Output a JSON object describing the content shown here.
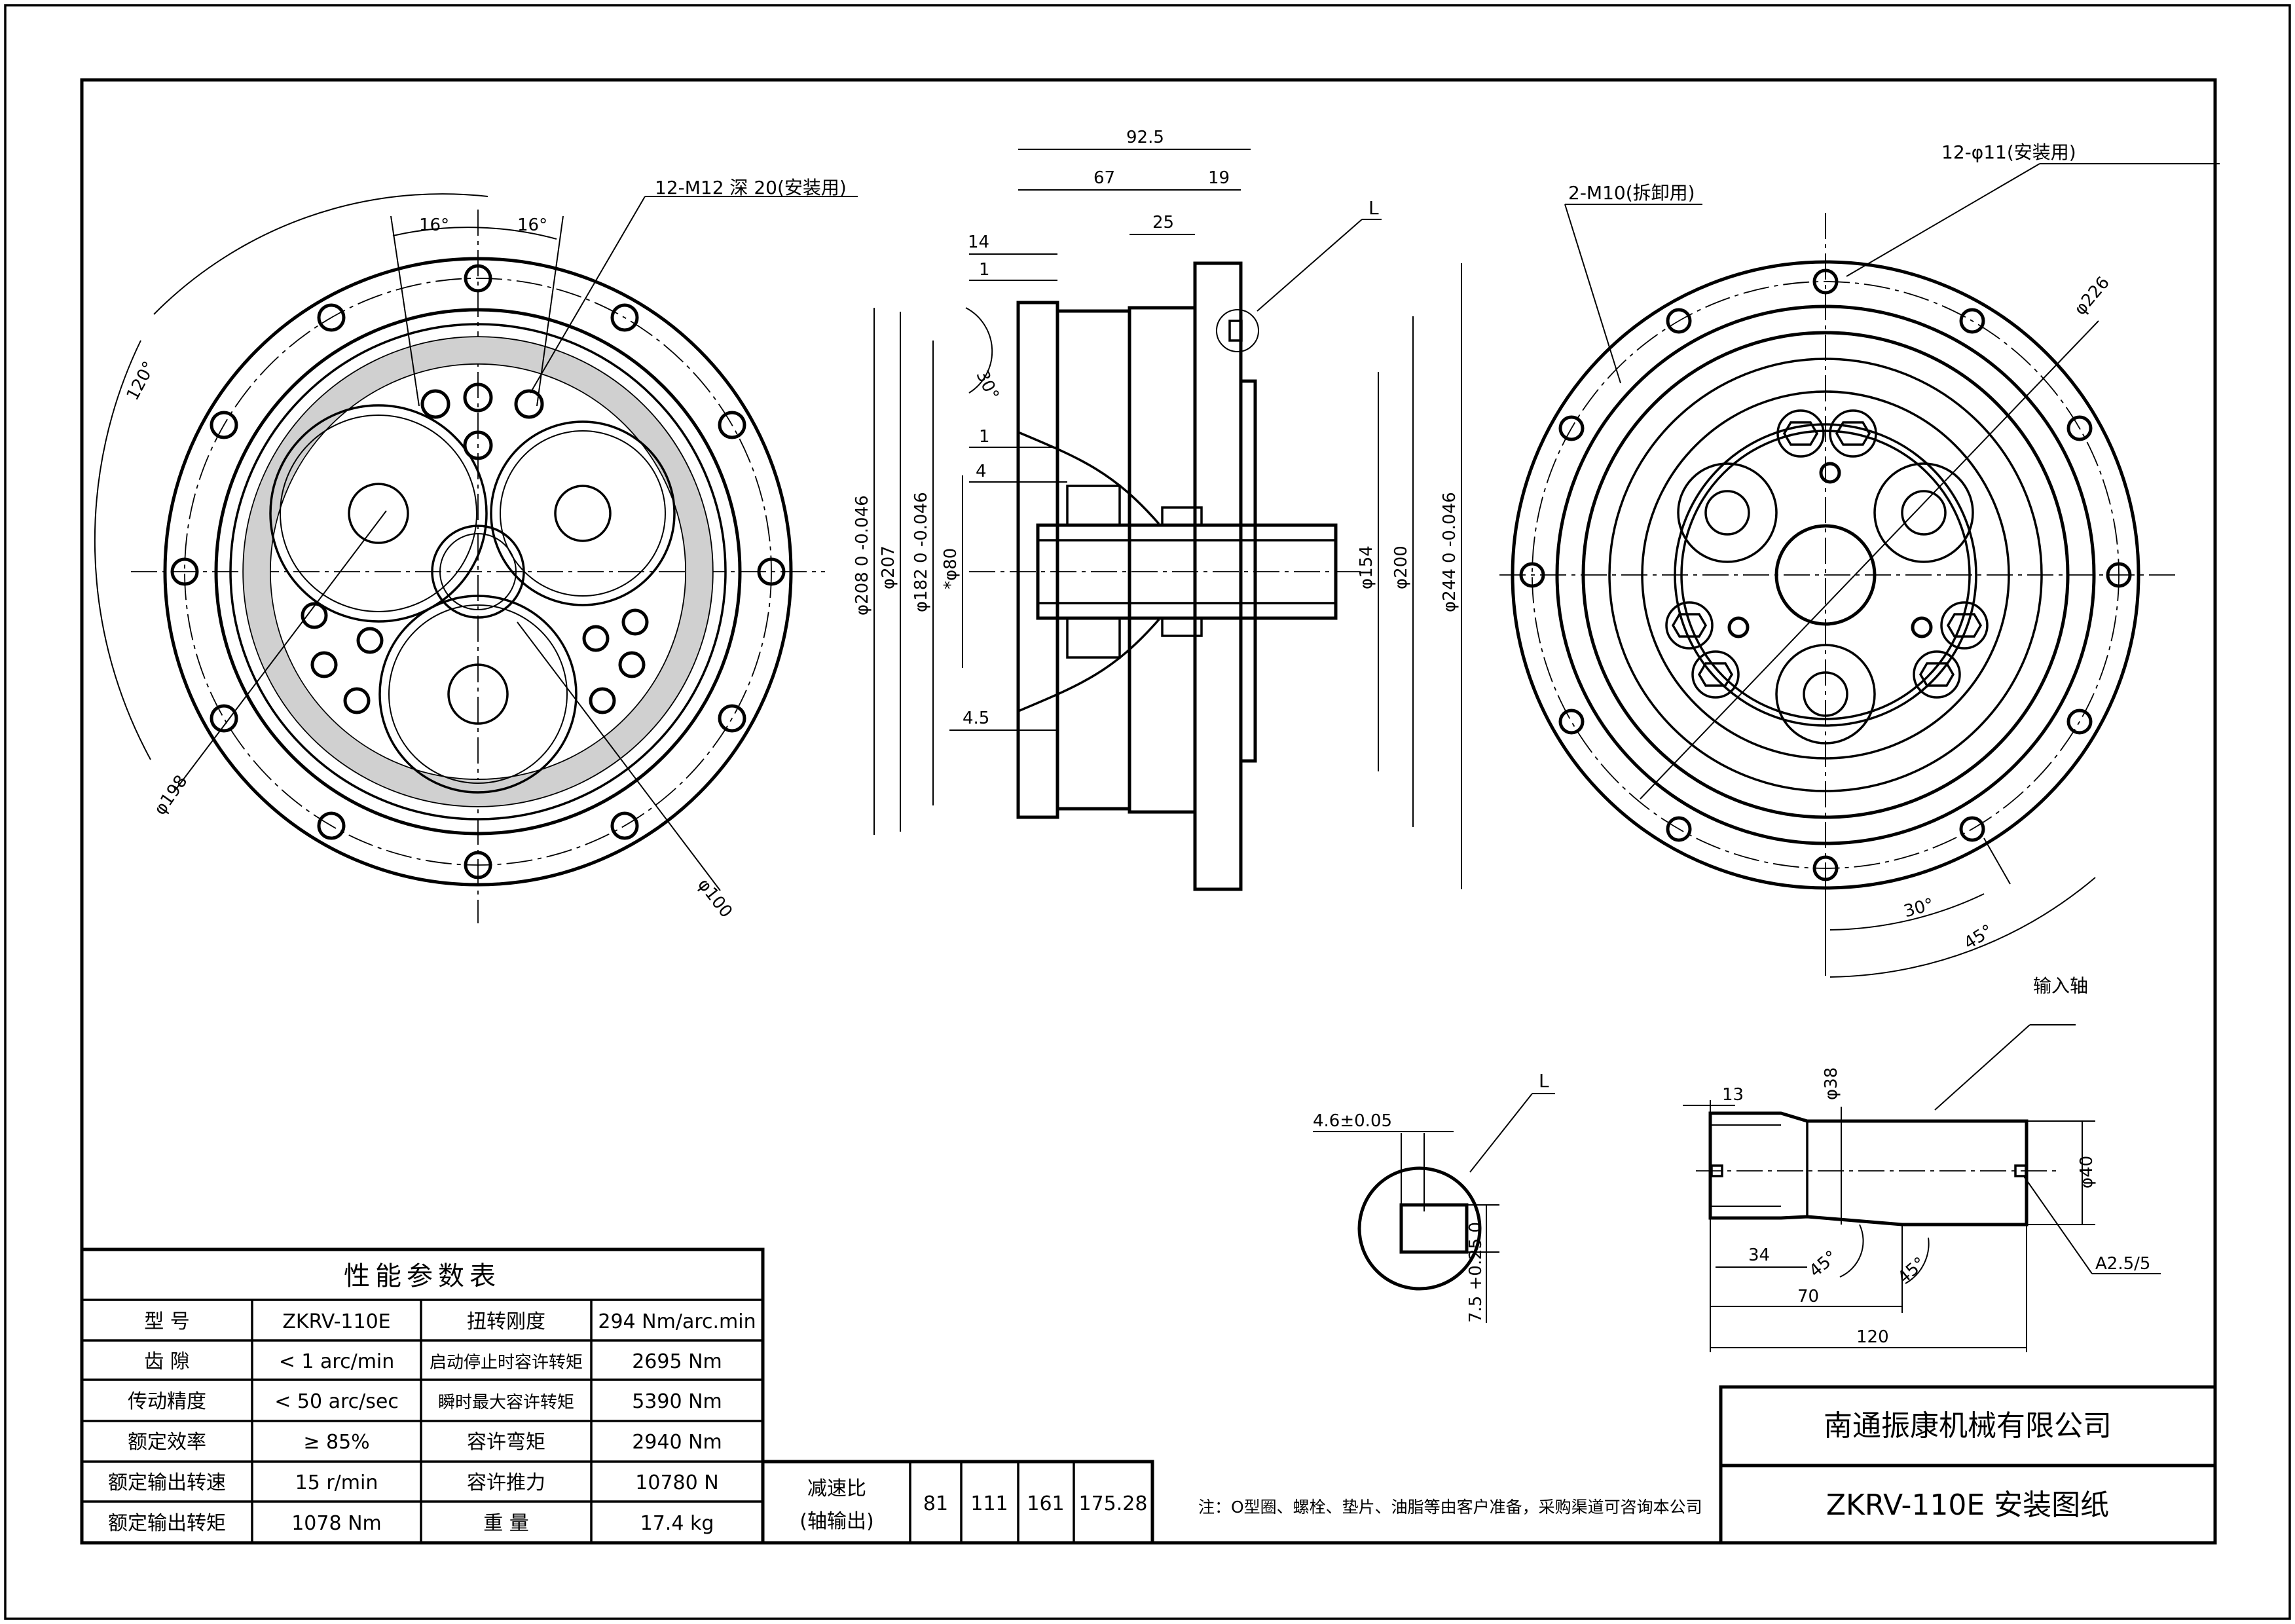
{
  "title_block": {
    "company": "南通振康机械有限公司",
    "drawing_title": "ZKRV-110E 安装图纸"
  },
  "note": "注：O型圈、螺栓、垫片、油脂等由客户准备，采购渠道可咨询本公司",
  "param_table": {
    "title": "性能参数表",
    "rows": [
      [
        "型 号",
        "ZKRV-110E",
        "扭转刚度",
        "294 Nm/arc.min"
      ],
      [
        "齿 隙",
        "< 1 arc/min",
        "启动停止时容许转矩",
        "2695 Nm"
      ],
      [
        "传动精度",
        "< 50 arc/sec",
        "瞬时最大容许转矩",
        "5390 Nm"
      ],
      [
        "额定效率",
        "≥ 85%",
        "容许弯矩",
        "2940 Nm"
      ],
      [
        "额定输出转速",
        "15 r/min",
        "容许推力",
        "10780 N"
      ],
      [
        "额定输出转矩",
        "1078 Nm",
        "重 量",
        "17.4 kg"
      ]
    ]
  },
  "ratio_table": {
    "label_line1": "减速比",
    "label_line2": "(轴输出)",
    "values": [
      "81",
      "111",
      "161",
      "175.28"
    ]
  },
  "front_view": {
    "holes_label": "12-M12 深 20(安装用)",
    "angle_a": "16°",
    "angle_b": "16°",
    "angle_c": "120°",
    "dia_pcd": "φ198",
    "dia_inner": "φ100"
  },
  "side_view": {
    "d_total": "92.5",
    "d_67": "67",
    "d_19": "19",
    "d_25": "25",
    "d_14": "14",
    "d_1a": "1",
    "d_1b": "1",
    "d_4": "4",
    "d_45": "4.5",
    "angle_30": "30°",
    "detail_ref": "L",
    "dia_208": "φ208 0 -0.046",
    "dia_207": "φ207",
    "dia_182": "φ182 0 -0.046",
    "dia_80": "*φ80",
    "dia_154": "φ154",
    "dia_200": "φ200",
    "dia_244": "φ244 0 -0.046"
  },
  "rear_view": {
    "holes_label_a": "12-φ11(安装用)",
    "holes_label_b": "2-M10(拆卸用)",
    "dia_226": "φ226",
    "angle_30": "30°",
    "angle_45": "45°"
  },
  "detail_l": {
    "ref": "L",
    "key_width": "4.6±0.05",
    "key_depth": "7.5 +0.25 0"
  },
  "input_shaft": {
    "label": "输入轴",
    "d_13": "13",
    "dia_38": "φ38",
    "dia_40": "φ40",
    "d_34": "34",
    "angle_a": "45°",
    "angle_b": "45°",
    "d_70": "70",
    "d_120": "120",
    "center_hole": "A2.5/5"
  }
}
